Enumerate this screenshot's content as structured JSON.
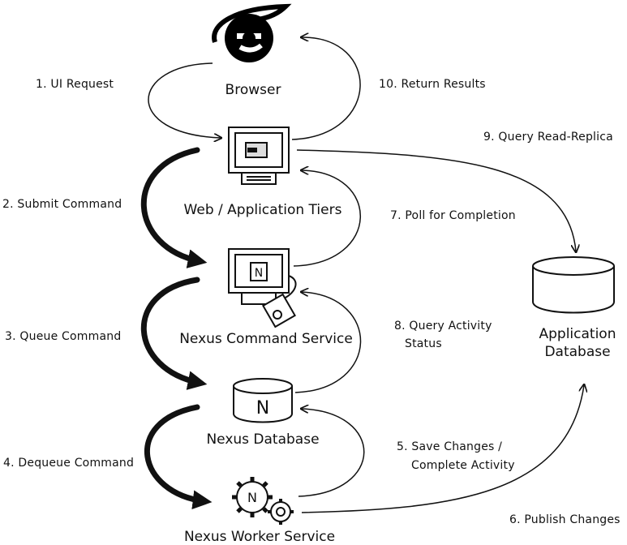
{
  "nodes": {
    "browser": "Browser",
    "web_app": "Web / Application Tiers",
    "command_service": "Nexus Command Service",
    "nexus_db": "Nexus Database",
    "worker_service": "Nexus Worker Service",
    "app_db_line1": "Application",
    "app_db_line2": "Database"
  },
  "icons": {
    "command_n": "N",
    "db_n": "N",
    "worker_n": "N"
  },
  "steps": {
    "s1": "1. UI Request",
    "s2": "2. Submit Command",
    "s3": "3. Queue Command",
    "s4": "4. Dequeue Command",
    "s5_line1": "5. Save Changes /",
    "s5_line2": "Complete Activity",
    "s6": "6. Publish Changes",
    "s7": "7. Poll for Completion",
    "s8_line1": "8. Query Activity",
    "s8_line2": "Status",
    "s9": "9. Query Read-Replica",
    "s10": "10. Return Results"
  },
  "colors": {
    "ink": "#111111",
    "browser_logo": "#000000",
    "background": "#ffffff"
  }
}
